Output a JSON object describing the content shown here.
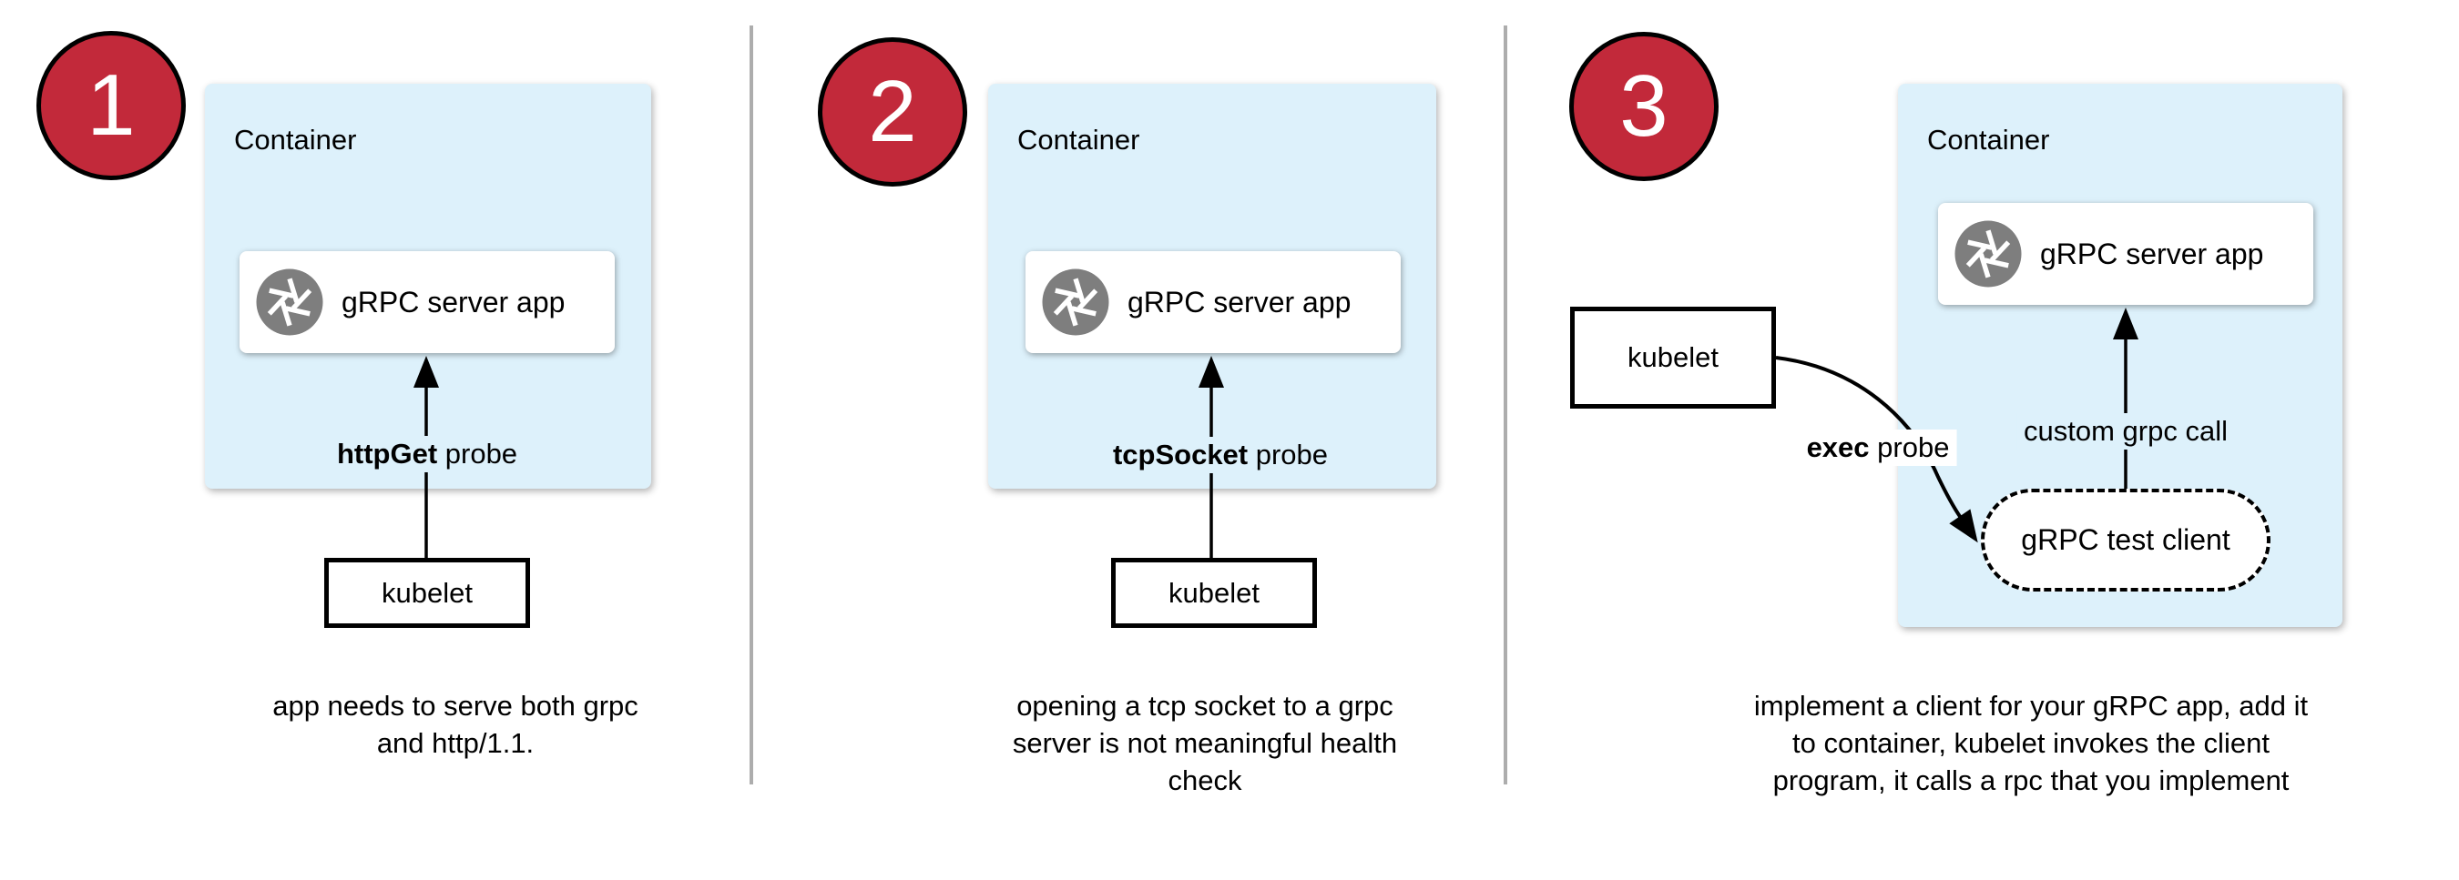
{
  "colors": {
    "badge_red": "#C2293A",
    "container_blue": "#DDF1FB",
    "icon_gray": "#7E7E7E",
    "divider_gray": "#ADADAD"
  },
  "panels": [
    {
      "number": "1",
      "container_title": "Container",
      "app_name": "gRPC server app",
      "probe_type": "httpGet",
      "probe_suffix": " probe",
      "kubelet": "kubelet",
      "caption": "app needs to serve both grpc\nand http/1.1."
    },
    {
      "number": "2",
      "container_title": "Container",
      "app_name": "gRPC server app",
      "probe_type": "tcpSocket",
      "probe_suffix": " probe",
      "kubelet": "kubelet",
      "caption": "opening a tcp socket to a grpc\nserver is not meaningful health\ncheck"
    },
    {
      "number": "3",
      "container_title": "Container",
      "app_name": "gRPC server app",
      "probe_type": "exec",
      "probe_suffix": " probe",
      "kubelet": "kubelet",
      "arrow_label": "custom grpc call",
      "test_client": "gRPC test client",
      "caption": "implement a client for your gRPC app, add it\nto container, kubelet invokes the client\nprogram, it calls a rpc that you implement"
    }
  ]
}
